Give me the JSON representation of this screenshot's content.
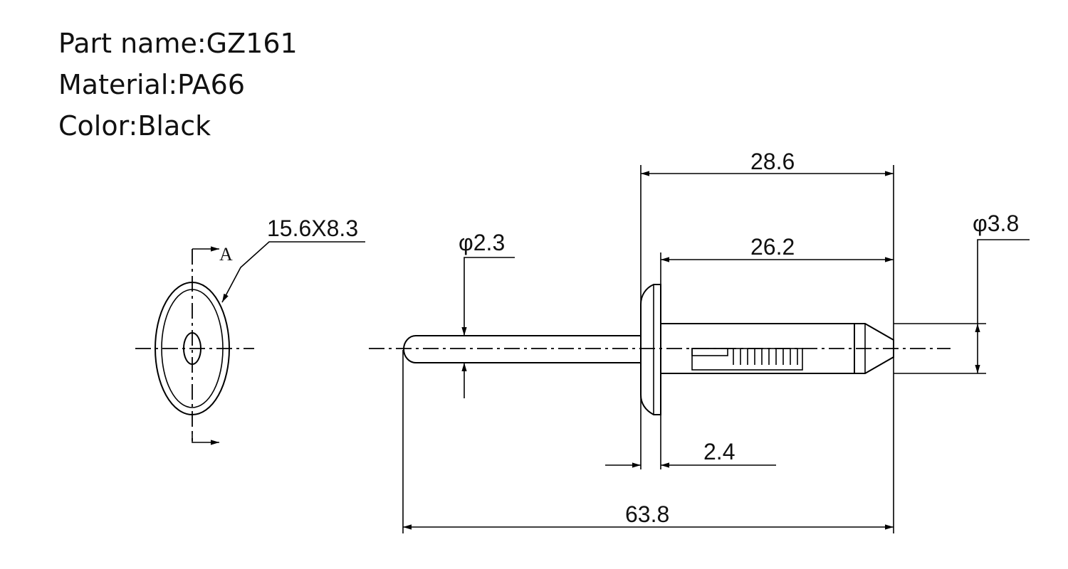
{
  "specs": {
    "part_name": "Part name:GZ161",
    "material": "Material:PA66",
    "color": "Color:Black"
  },
  "dimensions": {
    "head_size": "15.6X8.3",
    "section_mark": "A",
    "pin_diameter": "φ2.3",
    "body_length": "28.6",
    "shank_length": "26.2",
    "tip_diameter": "φ3.8",
    "head_thickness": "2.4",
    "overall_length": "63.8"
  },
  "colors": {
    "line": "#000000",
    "text": "#111111",
    "background": "#ffffff"
  }
}
